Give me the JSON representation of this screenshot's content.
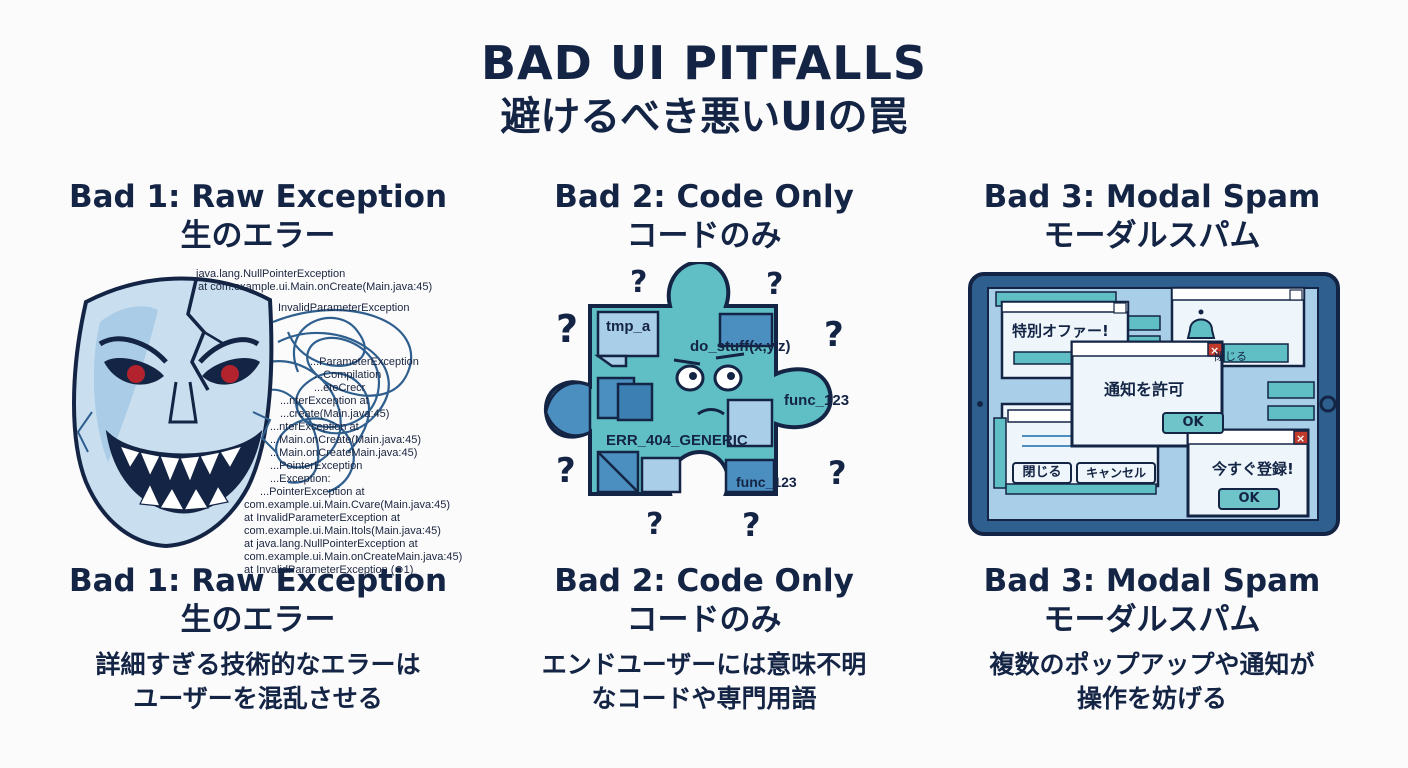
{
  "header": {
    "title": "BAD UI PITFALLS",
    "subtitle": "避けるべき悪いUIの罠"
  },
  "cards": [
    {
      "heading_en": "Bad 1: Raw Exception",
      "heading_jp": "生のエラー",
      "caption_en": "Bad 1: Raw Exception",
      "caption_jp": "生のエラー",
      "desc_line1": "詳細すぎる技術的なエラーは",
      "desc_line2": "ユーザーを混乱させる",
      "icon": "theater-mask-icon",
      "stack_lines": [
        "java.lang.NullPointerException",
        "at com.example.ui.Main.onCreate(Main.java:45)",
        "InvalidParameterException",
        "...ParameterException",
        "...Compilation",
        "...eteCrecr",
        "...nterException at",
        "...create(Main.java:45)",
        "...nterException at",
        "...Main.onCreate(Main.java:45)",
        "...Main.onCreateMain.java:45)",
        "...PointerException",
        "...Exception:",
        "...PointerException at",
        "com.example.ui.Main.Cvare(Main.java:45)",
        "at InvalidParameterException at",
        "com.example.ui.Main.Itols(Main.java:45)",
        "at java.lang.NullPointerException at",
        "com.example.ui.Main.onCreateMain.java:45)",
        "at InvalidParameterException (⊕1)"
      ]
    },
    {
      "heading_en": "Bad 2: Code Only",
      "heading_jp": "コードのみ",
      "caption_en": "Bad 2: Code Only",
      "caption_jp": "コードのみ",
      "desc_line1": "エンドユーザーには意味不明",
      "desc_line2": "なコードや専門用語",
      "icon": "confused-puzzle-icon",
      "puzzle_labels": {
        "tmp": "tmp_a",
        "stuff": "do_stuff(x,y,z)",
        "func_right": "func_123",
        "err": "ERR_404_GENERIC",
        "func_bottom": "func_123"
      }
    },
    {
      "heading_en": "Bad 3: Modal Spam",
      "heading_jp": "モーダルスパム",
      "caption_en": "Bad 3: Modal Spam",
      "caption_jp": "モーダルスパム",
      "desc_line1": "複数のポップアップや通知が",
      "desc_line2": "操作を妨げる",
      "icon": "tablet-icon",
      "modals": {
        "offer": "特別オファー!",
        "close_partial": "閉じる",
        "permission": "通知を許可",
        "ok": "OK",
        "close": "閉じる",
        "cancel": "キャンセル",
        "register": "今すぐ登録!",
        "ok2": "OK",
        "close_glyph": "×"
      }
    }
  ],
  "colors": {
    "navy": "#142445",
    "teal": "#5fbfc4",
    "light_blue": "#a9cfe8",
    "mid_blue": "#4b8fc0",
    "red": "#c0392b"
  }
}
